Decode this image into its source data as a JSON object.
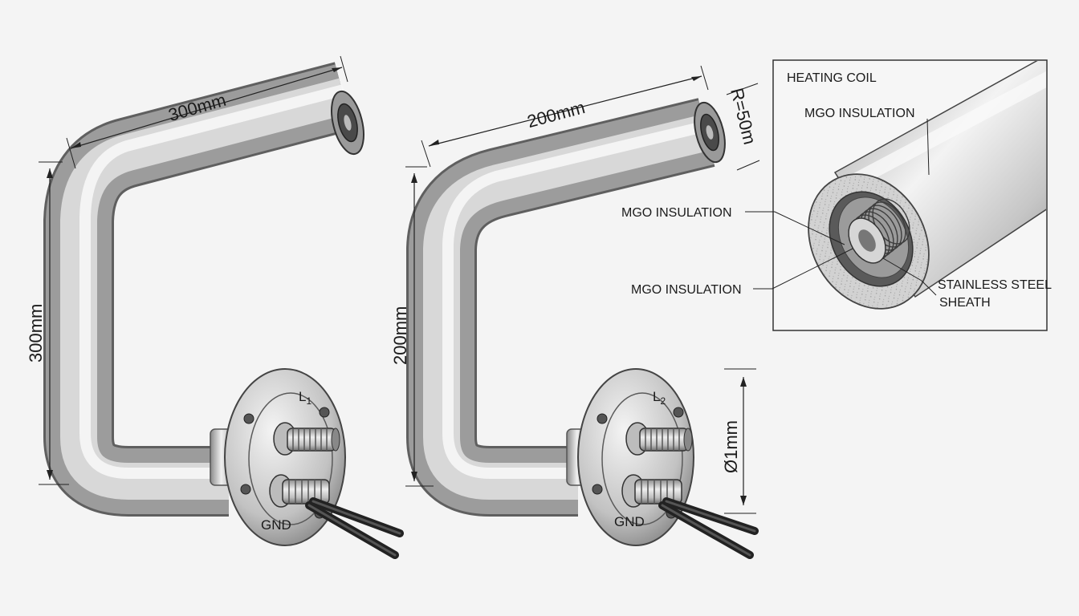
{
  "heater_1": {
    "length_top": "300mm",
    "length_side": "300mm",
    "terminal_top": "L",
    "terminal_top_sub": "1",
    "terminal_bottom": "GND"
  },
  "heater_2": {
    "length_top": "200mm",
    "length_side": "200mm",
    "bend_radius": "R=50m",
    "terminal_top": "L",
    "terminal_top_sub": "2",
    "terminal_bottom": "GND",
    "diameter": "Ø1mm"
  },
  "detail": {
    "title": "HEATING COIL",
    "label_sheath_top": "MGO INSULATION",
    "label_left_1": "MGO INSULATION",
    "label_left_2": "MGO INSULATION",
    "label_sheath_1": "STAINLESS STEEL",
    "label_sheath_2": "SHEATH"
  },
  "colors": {
    "steel_dark": "#7d7d7d",
    "steel_light": "#f2f2f2",
    "cable": "#2a2a2a",
    "insulation": "#cfcfcf"
  }
}
